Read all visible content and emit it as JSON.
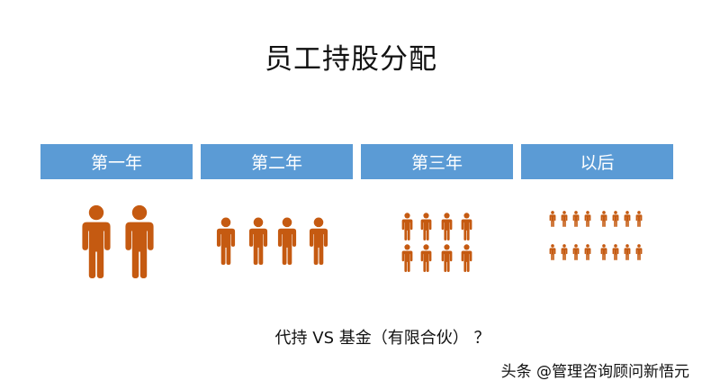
{
  "slide": {
    "title": "员工持股分配",
    "stages": [
      {
        "label": "第一年",
        "people": 2
      },
      {
        "label": "第二年",
        "people": 4
      },
      {
        "label": "第三年",
        "people": 8
      },
      {
        "label": "以后",
        "people": 16
      }
    ],
    "question": "代持 VS 基金（有限合伙）  ？",
    "icon": "person-icon",
    "colors": {
      "header": "#5b9bd5",
      "person": "#c55a11"
    }
  },
  "watermark": "头条 @管理咨询顾问新悟元"
}
